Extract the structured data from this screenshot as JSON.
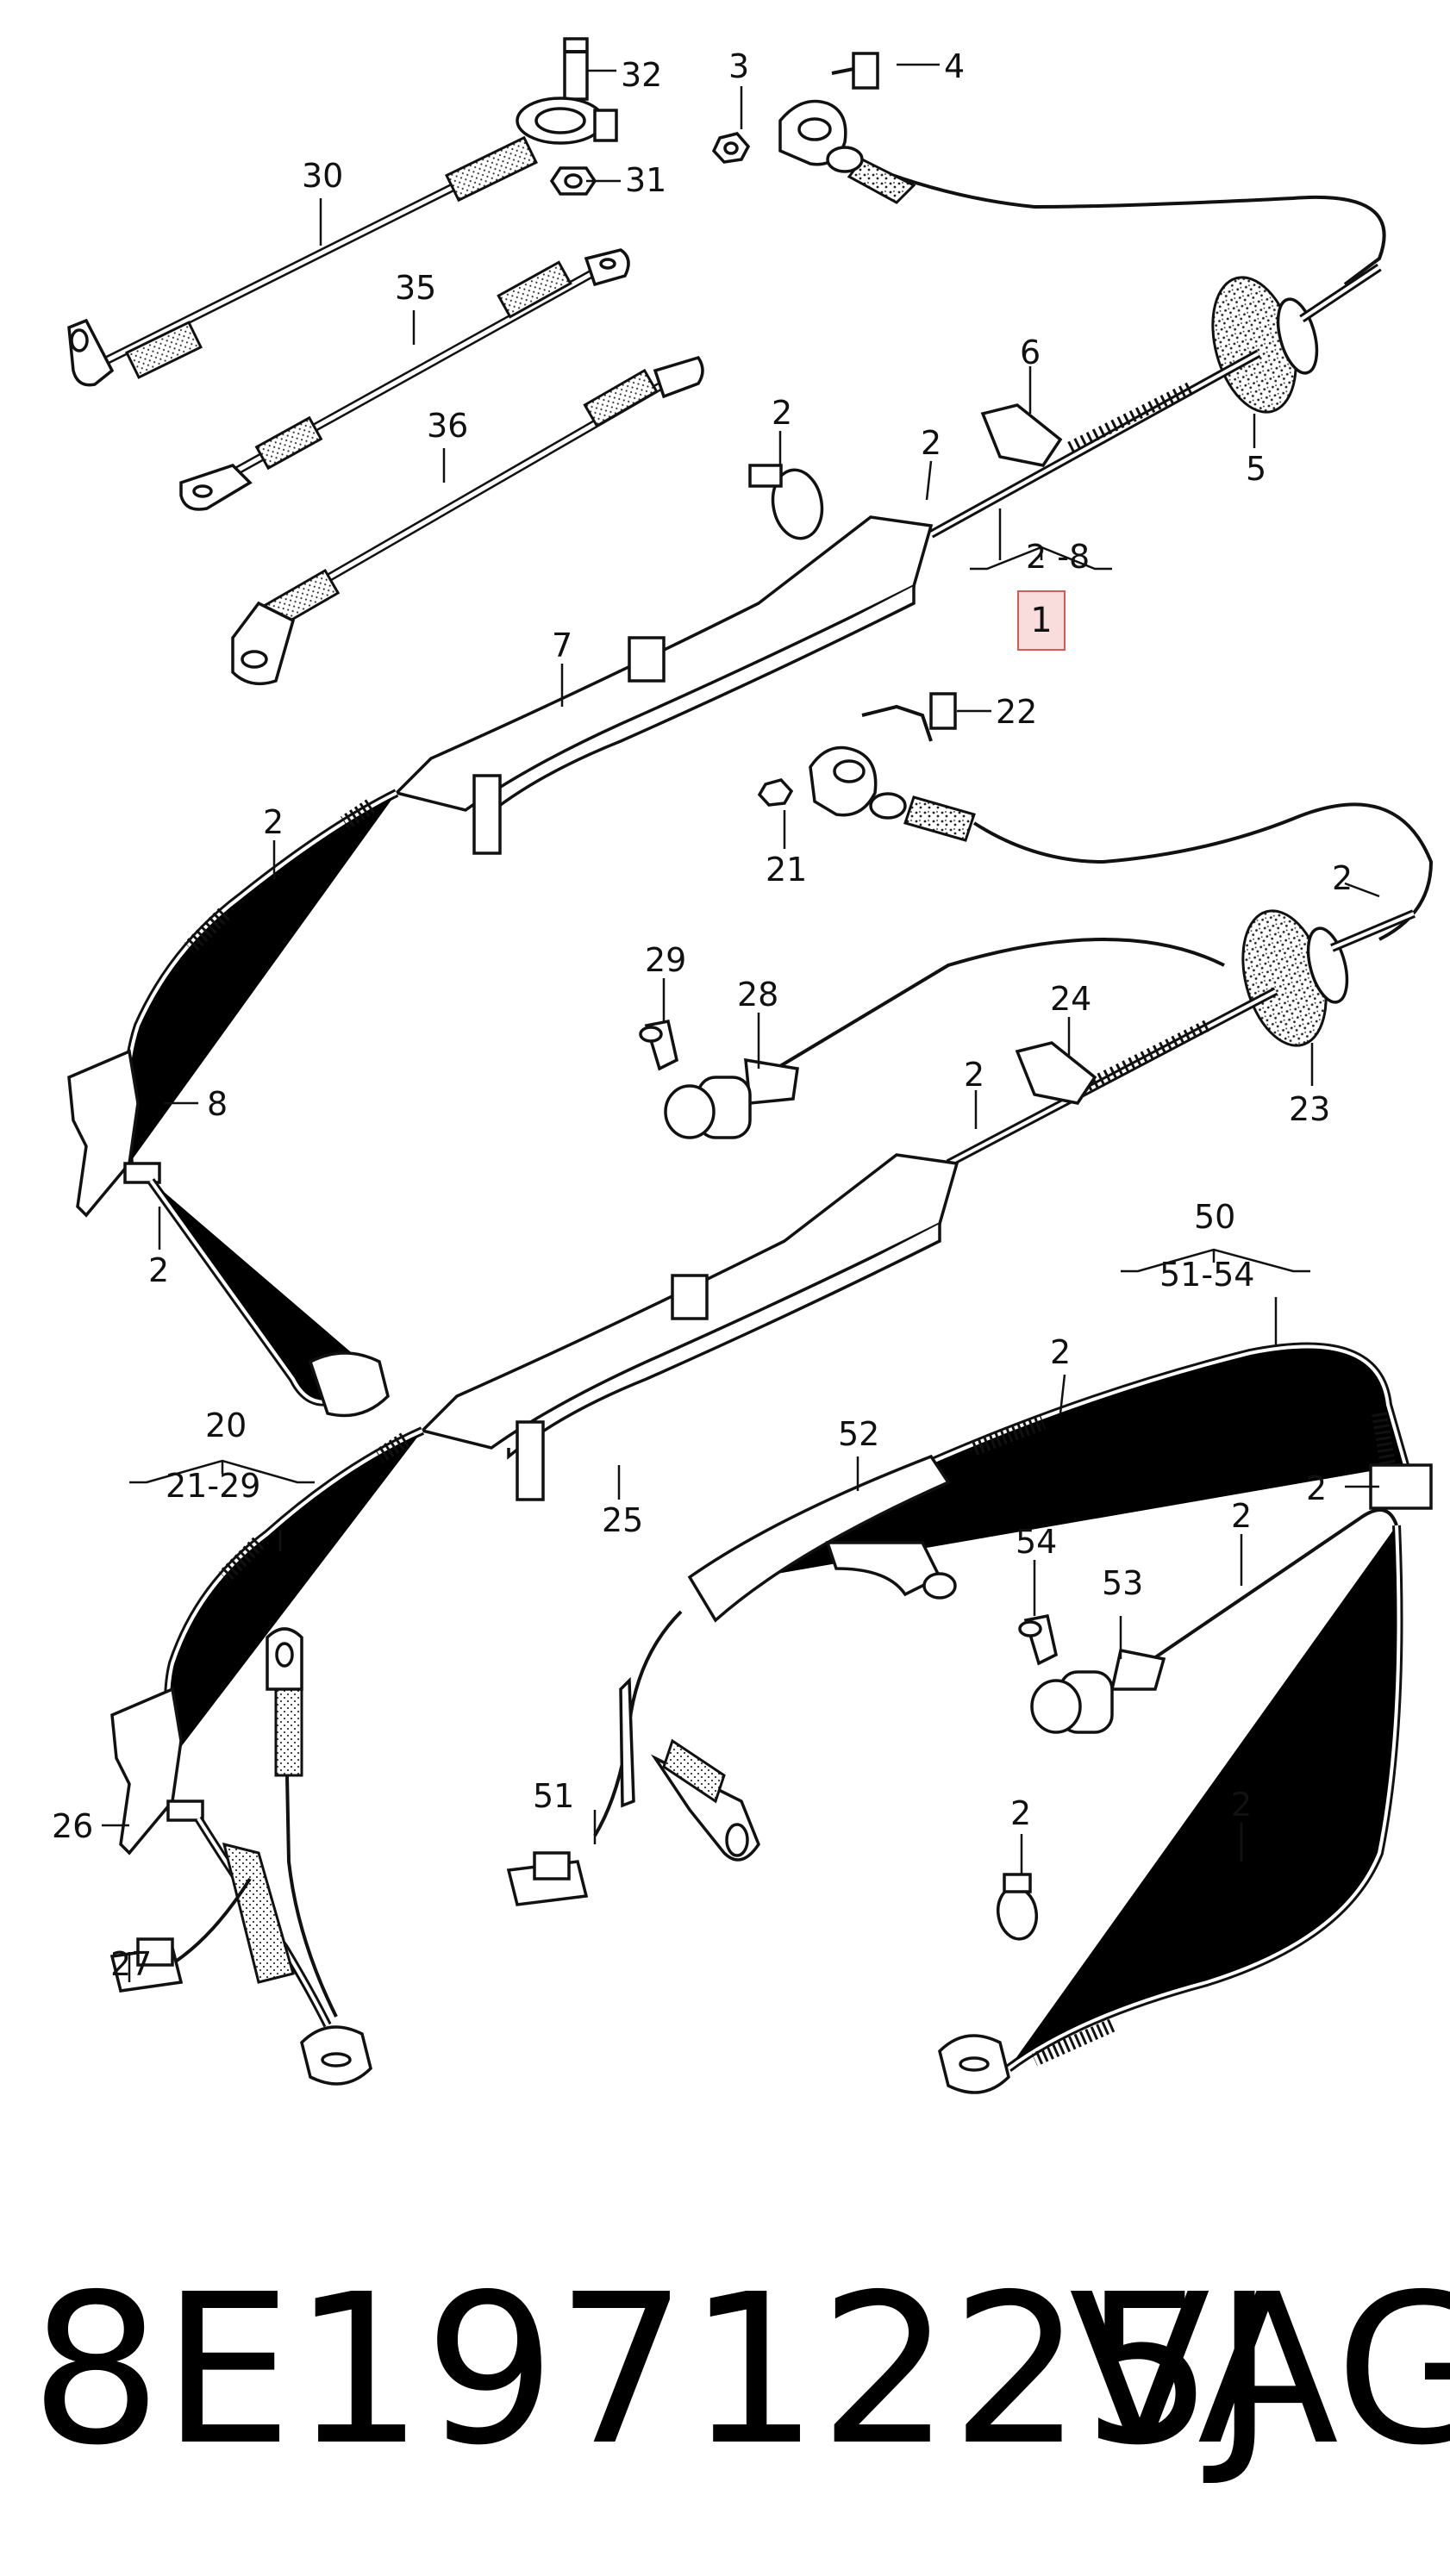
{
  "callouts": [
    {
      "id": "c32",
      "text": "32"
    },
    {
      "id": "c3",
      "text": "3"
    },
    {
      "id": "c4",
      "text": "4"
    },
    {
      "id": "c30",
      "text": "30"
    },
    {
      "id": "c31",
      "text": "31"
    },
    {
      "id": "c35",
      "text": "35"
    },
    {
      "id": "c36",
      "text": "36"
    },
    {
      "id": "c6",
      "text": "6"
    },
    {
      "id": "c5",
      "text": "5"
    },
    {
      "id": "c2a",
      "text": "2"
    },
    {
      "id": "c2b",
      "text": "2"
    },
    {
      "id": "c2-8",
      "text": "2 -8"
    },
    {
      "id": "c7",
      "text": "7"
    },
    {
      "id": "c22",
      "text": "22"
    },
    {
      "id": "c21",
      "text": "21"
    },
    {
      "id": "c2c",
      "text": "2"
    },
    {
      "id": "c2d",
      "text": "2"
    },
    {
      "id": "c29",
      "text": "29"
    },
    {
      "id": "c28",
      "text": "28"
    },
    {
      "id": "c24",
      "text": "24"
    },
    {
      "id": "c2e",
      "text": "2"
    },
    {
      "id": "c23",
      "text": "23"
    },
    {
      "id": "c8",
      "text": "8"
    },
    {
      "id": "c2f",
      "text": "2"
    },
    {
      "id": "c50",
      "text": "50"
    },
    {
      "id": "c51-54",
      "text": "51-54"
    },
    {
      "id": "c2g",
      "text": "2"
    },
    {
      "id": "c20",
      "text": "20"
    },
    {
      "id": "c21-29",
      "text": "21-29"
    },
    {
      "id": "c52",
      "text": "52"
    },
    {
      "id": "c25",
      "text": "25"
    },
    {
      "id": "c2h",
      "text": "2"
    },
    {
      "id": "c54",
      "text": "54"
    },
    {
      "id": "c2i",
      "text": "2"
    },
    {
      "id": "c53",
      "text": "53"
    },
    {
      "id": "c26",
      "text": "26"
    },
    {
      "id": "c51",
      "text": "51"
    },
    {
      "id": "c2j",
      "text": "2"
    },
    {
      "id": "c2k",
      "text": "2"
    },
    {
      "id": "c27",
      "text": "27"
    }
  ],
  "highlight": {
    "text": "1"
  },
  "footer": {
    "part_number": "8E1971225J",
    "brand": "VAG"
  }
}
